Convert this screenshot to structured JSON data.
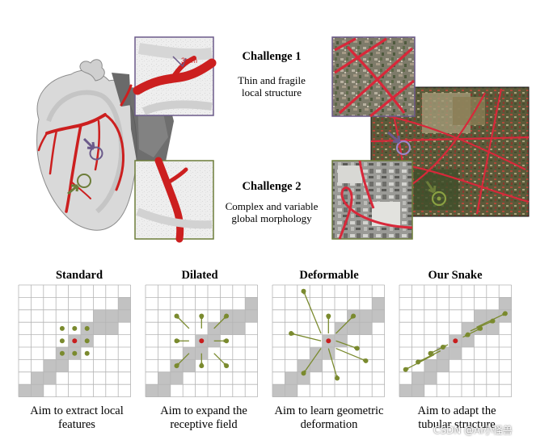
{
  "challenges": [
    {
      "title": "Challenge 1",
      "desc_lines": [
        "Thin and fragile",
        "local structure"
      ],
      "scale_label": "3mm"
    },
    {
      "title": "Challenge 2",
      "desc_lines": [
        "Complex and variable",
        "global morphology"
      ]
    }
  ],
  "panels": [
    {
      "title": "Standard",
      "caption_lines": [
        "Aim to extract local",
        "features"
      ]
    },
    {
      "title": "Dilated",
      "caption_lines": [
        "Aim to expand the",
        "receptive field"
      ]
    },
    {
      "title": "Deformable",
      "caption_lines": [
        "Aim to learn geometric",
        "deformation"
      ]
    },
    {
      "title": "Our Snake",
      "caption_lines": [
        "Aim to adapt the",
        "tubular structure"
      ]
    }
  ],
  "watermark": "CSDN @AI小怪兽",
  "colors": {
    "vessel": "#cc1f1f",
    "road": "#d8283a",
    "kernel_point": "#7a8a2e",
    "center_point": "#c81e1e",
    "inset_border_1": "#6b5a8a",
    "inset_border_2": "#6d7d3a",
    "grid_line": "#b5b5b5",
    "tube_cell": "#c2c2c2"
  }
}
